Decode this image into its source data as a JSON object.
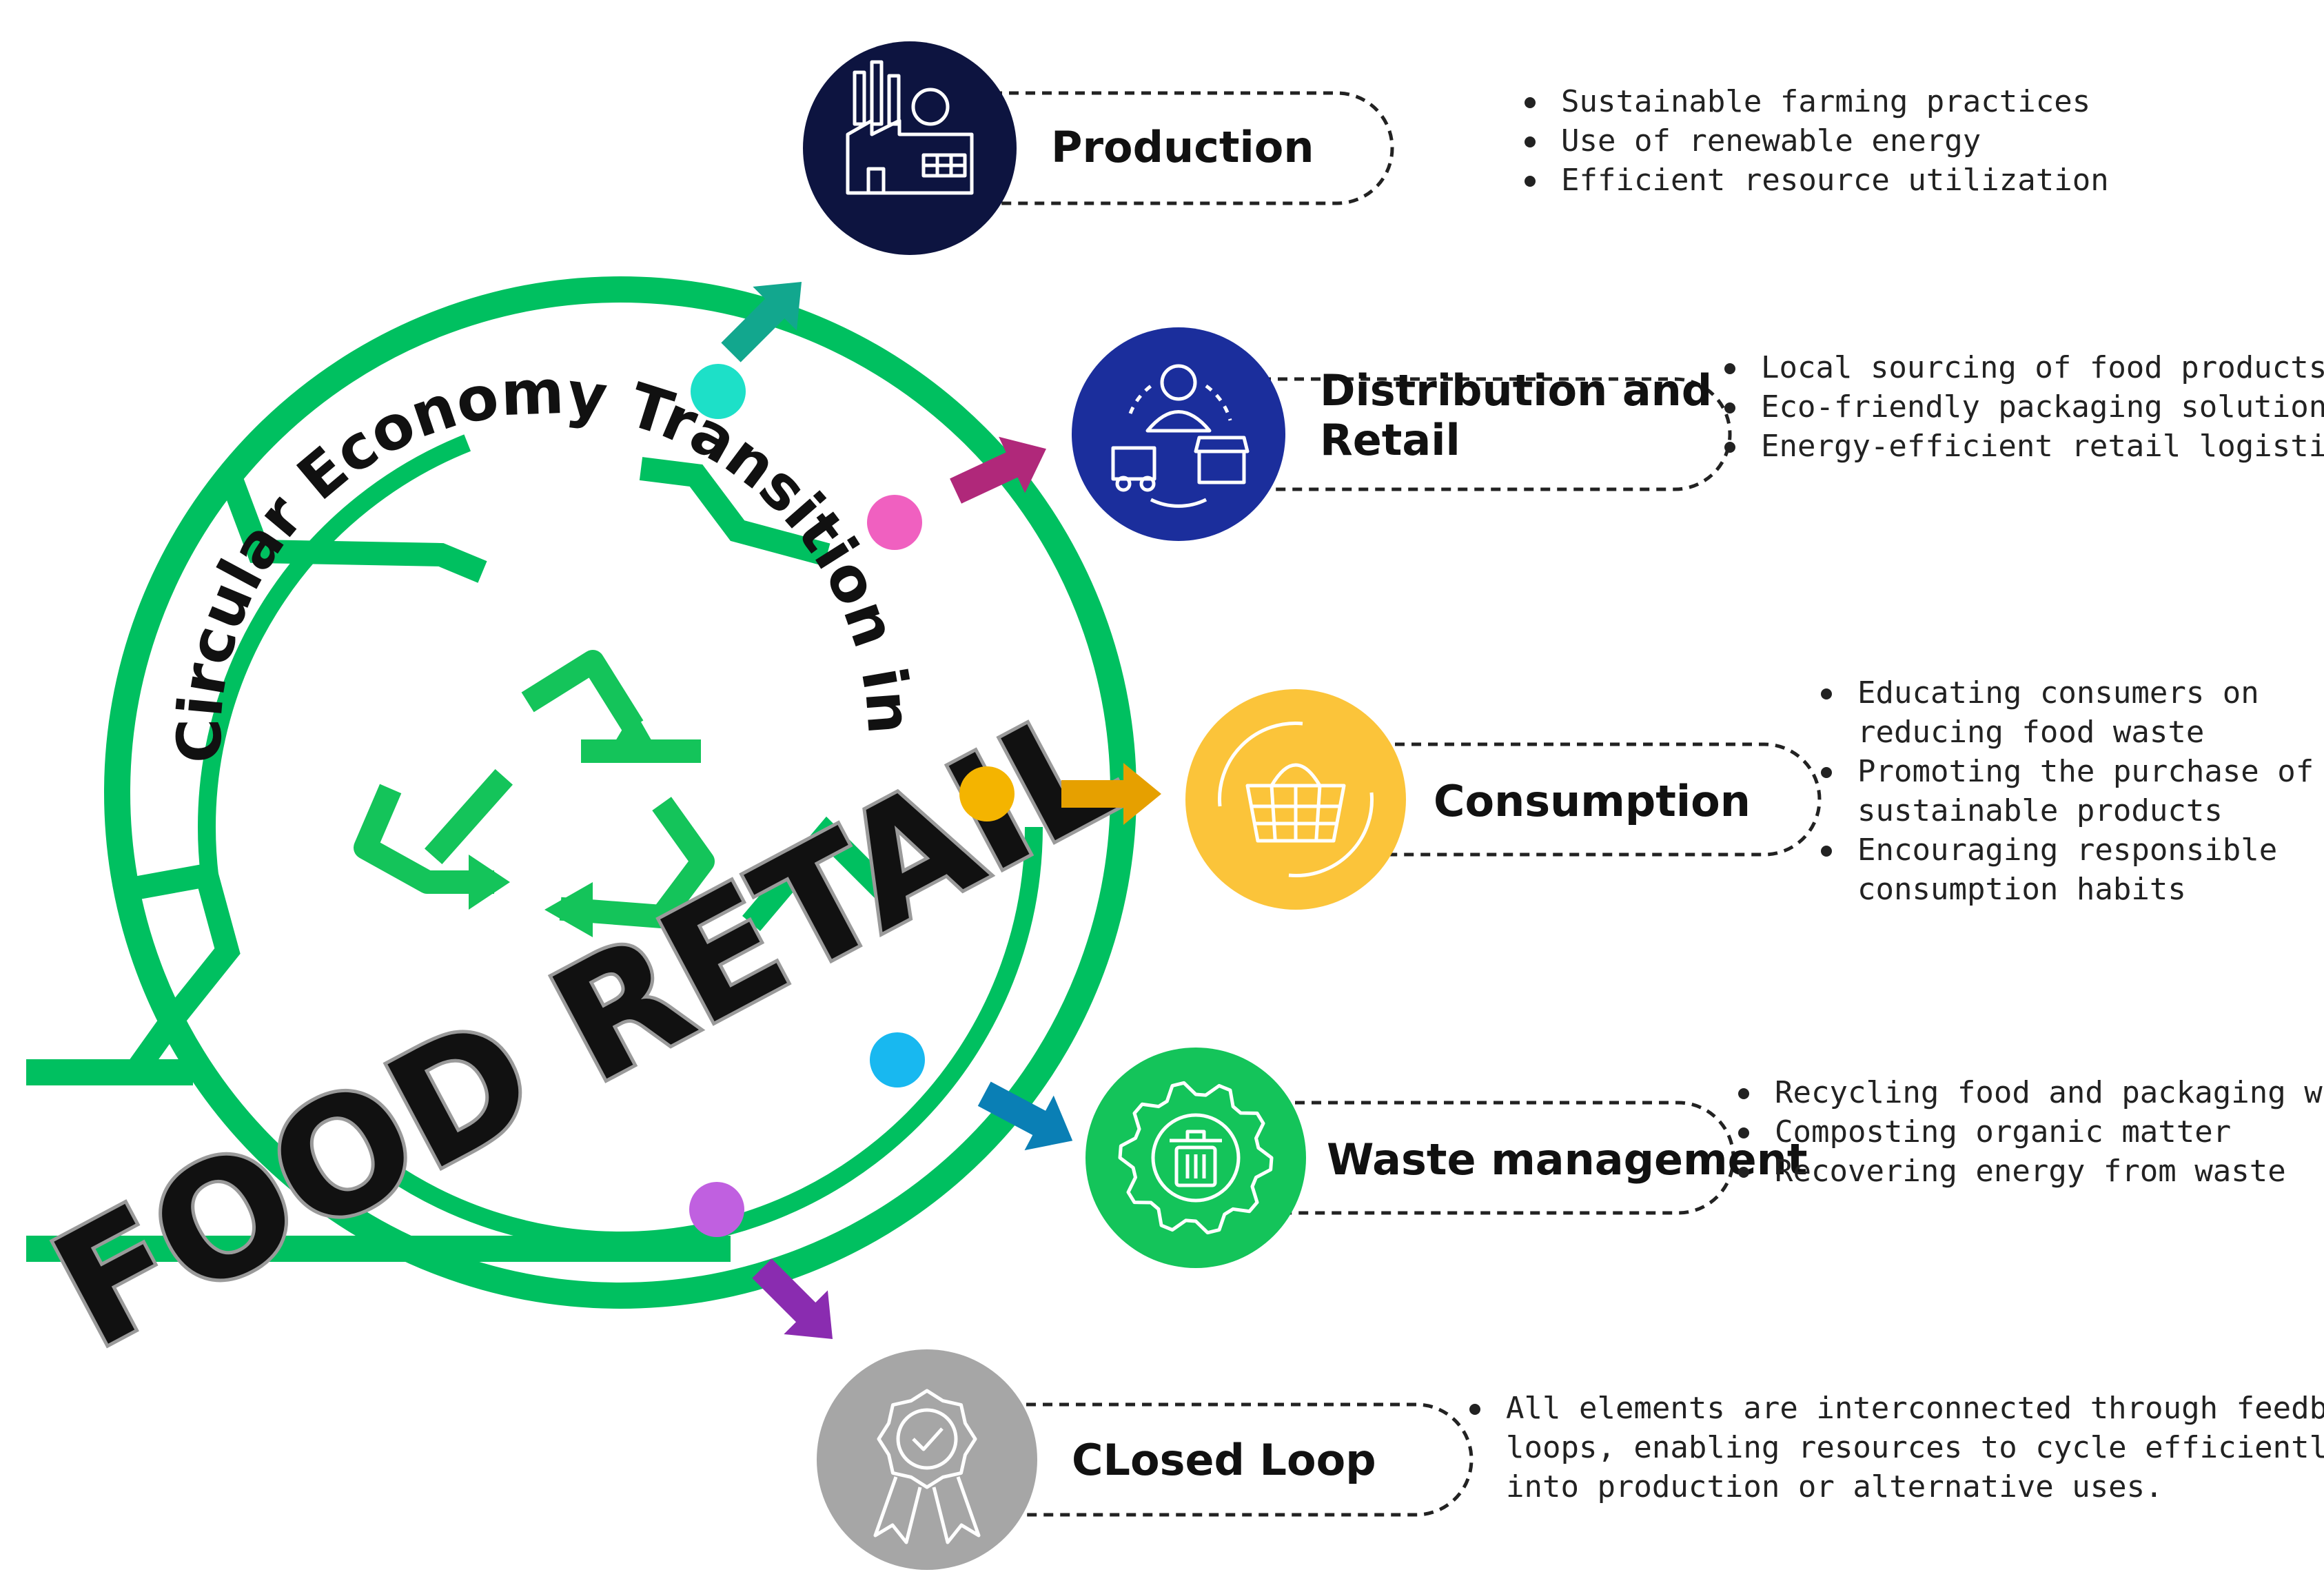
{
  "center": {
    "arc_title": "Circular Economy Transition in",
    "main_title": "FOOD RETAIL",
    "loop_color": "#00c060",
    "icon": "recycle-icon"
  },
  "stages": [
    {
      "id": "production",
      "title_lines": [
        "Production"
      ],
      "icon": "factory-icon",
      "circle_color": "#0d1440",
      "dot_color": "#1de0c8",
      "arrow_color": "#12a78e",
      "bullets": [
        [
          "Sustainable farming practices"
        ],
        [
          "Use of renewable energy"
        ],
        [
          "Efficient resource utilization"
        ]
      ]
    },
    {
      "id": "distribution",
      "title_lines": [
        "Distribution and",
        "Retail"
      ],
      "icon": "delivery-store-icon",
      "circle_color": "#1b2e9c",
      "dot_color": "#f060c0",
      "arrow_color": "#b0287a",
      "bullets": [
        [
          "Local sourcing of food products"
        ],
        [
          "Eco-friendly packaging solutions"
        ],
        [
          "Energy-efficient retail logistics"
        ]
      ]
    },
    {
      "id": "consumption",
      "title_lines": [
        "Consumption"
      ],
      "icon": "shopping-basket-icon",
      "circle_color": "#fbc43a",
      "dot_color": "#f4b400",
      "arrow_color": "#e6a000",
      "bullets": [
        [
          "Educating consumers on",
          "reducing food waste"
        ],
        [
          "Promoting the purchase of",
          "sustainable products"
        ],
        [
          "Encouraging responsible",
          "consumption habits"
        ]
      ]
    },
    {
      "id": "waste",
      "title_lines": [
        "Waste management"
      ],
      "icon": "trash-gear-icon",
      "circle_color": "#14c45a",
      "dot_color": "#18b8f0",
      "arrow_color": "#0a7fb5",
      "bullets": [
        [
          "Recycling food and packaging waste"
        ],
        [
          "Composting organic matter"
        ],
        [
          "Recovering energy from waste"
        ]
      ]
    },
    {
      "id": "closed-loop",
      "title_lines": [
        "CLosed Loop"
      ],
      "icon": "award-badge-icon",
      "circle_color": "#a6a6a6",
      "dot_color": "#c060e0",
      "arrow_color": "#8a2cb0",
      "bullets": [
        [
          "All elements are interconnected through feedback",
          "loops, enabling resources to cycle efficiently back",
          "into production or alternative uses."
        ]
      ]
    }
  ]
}
